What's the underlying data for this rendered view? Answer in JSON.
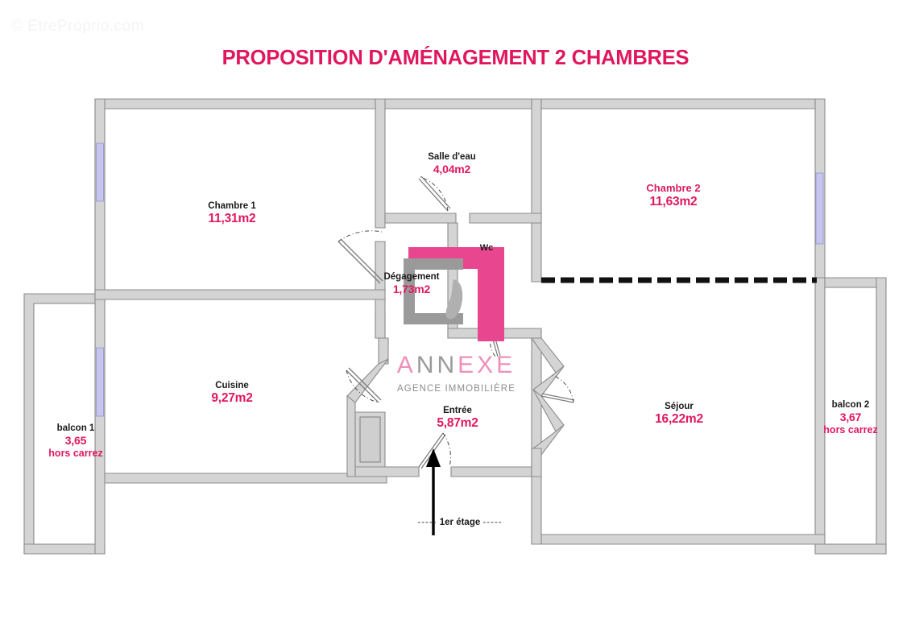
{
  "watermark": "© EtreProprio.com",
  "title": "PROPOSITION D'AMÉNAGEMENT 2 CHAMBRES",
  "colors": {
    "accent_pink": "#e0175f",
    "logo_pink": "#ef8fba",
    "logo_gray": "#9a9a9a",
    "wall_stroke": "#8c8c8c",
    "wall_fill": "#d4d4d4",
    "window_blue": "#b9b9e8",
    "text_dark": "#1a1a1a"
  },
  "rooms": [
    {
      "id": "chambre1",
      "name": "Chambre 1",
      "area": "11,31m2"
    },
    {
      "id": "salle_eau",
      "name": "Salle d'eau",
      "area": "4,04m2"
    },
    {
      "id": "chambre2",
      "name": "Chambre 2",
      "area": "11,63m2"
    },
    {
      "id": "wc",
      "name": "Wc",
      "area": ""
    },
    {
      "id": "degagement",
      "name": "Dégagement",
      "area": "1,73m2"
    },
    {
      "id": "cuisine",
      "name": "Cuisine",
      "area": "9,27m2"
    },
    {
      "id": "entree",
      "name": "Entrée",
      "area": "5,87m2"
    },
    {
      "id": "sejour",
      "name": "Séjour",
      "area": "16,22m2"
    },
    {
      "id": "balcon1",
      "name": "balcon 1",
      "area": "3,65",
      "note": "hors carrez"
    },
    {
      "id": "balcon2",
      "name": "balcon 2",
      "area": "3,67",
      "note": "hors carrez"
    }
  ],
  "logo": {
    "word_a": "A",
    "word_nn": "NN",
    "word_exe": "EXE",
    "subtitle": "AGENCE IMMOBILIÈRE"
  },
  "footer": {
    "dash_left": "-----",
    "label": "1er étage",
    "dash_right": "-----"
  }
}
